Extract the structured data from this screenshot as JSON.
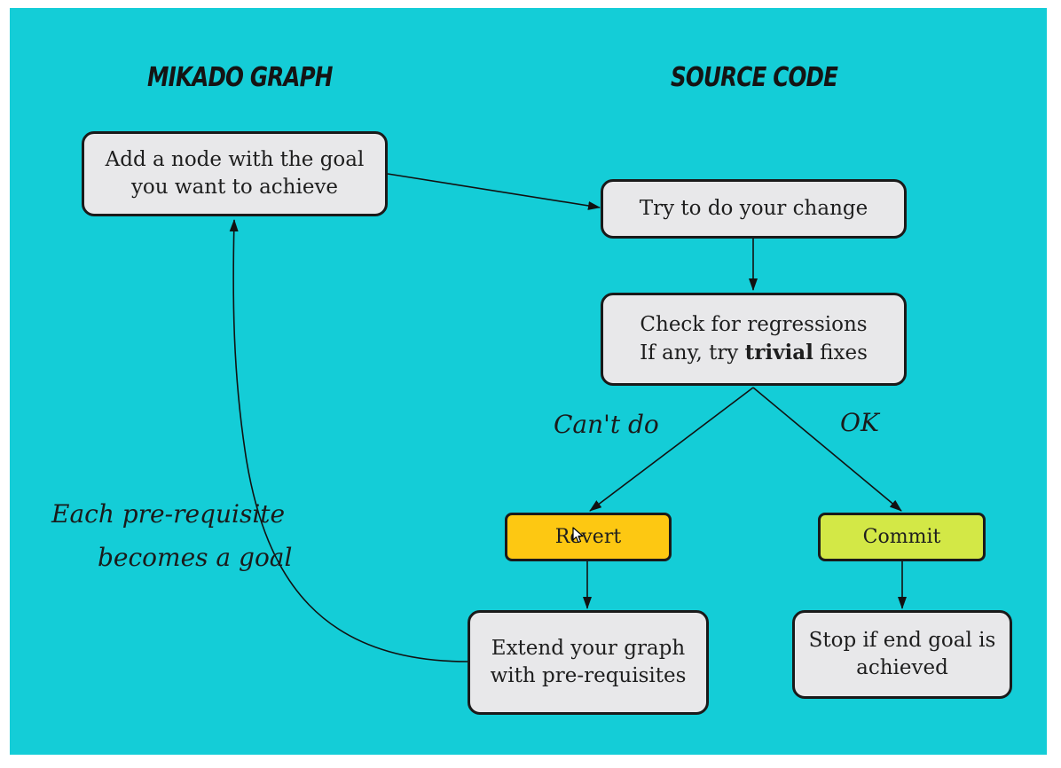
{
  "headings": {
    "left": "MIKADO GRAPH",
    "right": "SOURCE CODE"
  },
  "nodes": {
    "add_goal": {
      "line1": "Add a node with the goal",
      "line2": "you want to achieve"
    },
    "try_change": {
      "line1": "Try to do your change"
    },
    "check_regressions": {
      "line1": "Check for regressions",
      "line2_prefix": "If any, try ",
      "line2_bold": "trivial",
      "line2_suffix": " fixes"
    },
    "revert": {
      "label": "Revert"
    },
    "commit": {
      "label": "Commit"
    },
    "extend_graph": {
      "line1": "Extend your graph",
      "line2": "with pre-requisites"
    },
    "stop": {
      "line1": "Stop if end goal is",
      "line2": "achieved"
    }
  },
  "edge_labels": {
    "cant_do": "Can't do",
    "ok": "OK",
    "loop_line1": "Each pre-requisite",
    "loop_line2": "becomes a goal"
  },
  "colors": {
    "background": "#14cdd7",
    "node_fill": "#e8e8ea",
    "revert_fill": "#fdc812",
    "commit_fill": "#d3e846",
    "stroke": "#1a1a1a"
  }
}
